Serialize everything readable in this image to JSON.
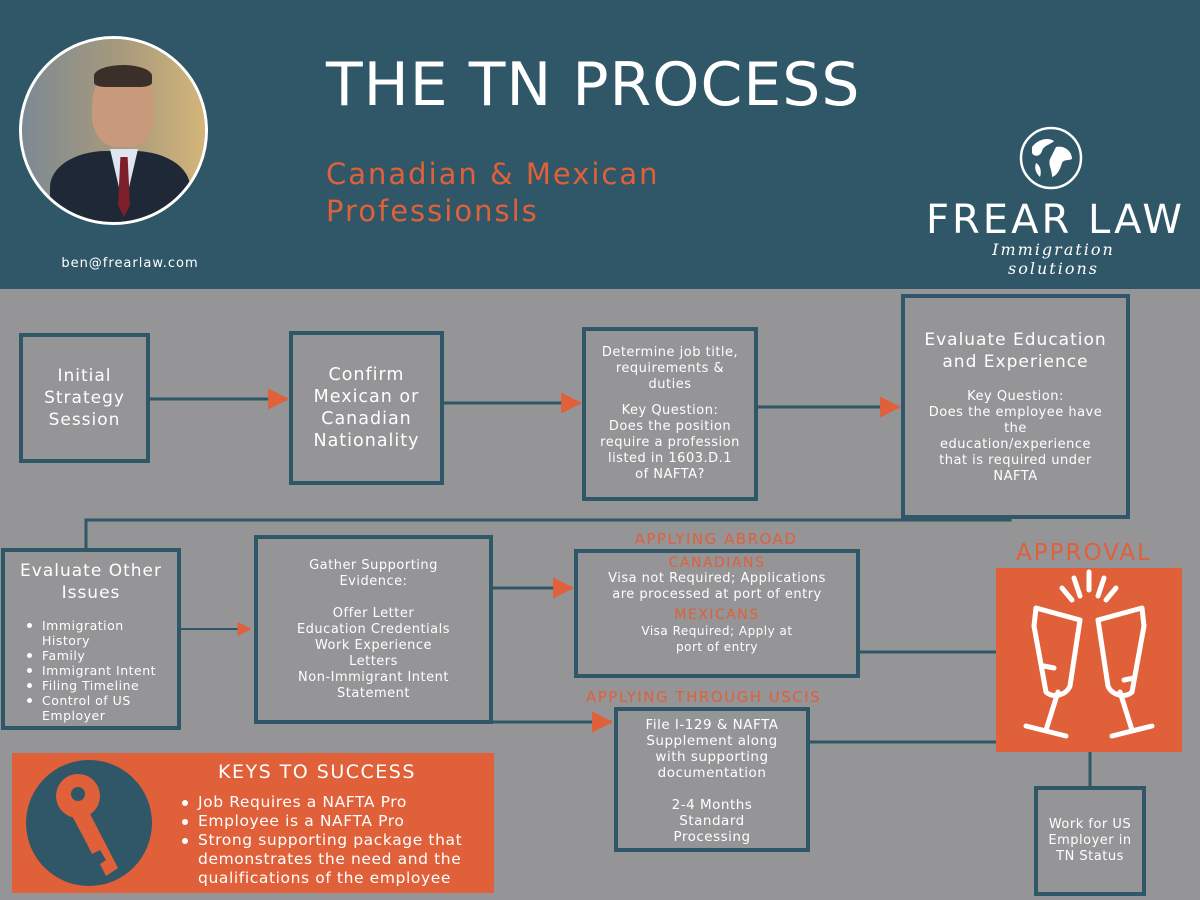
{
  "header": {
    "title": "THE TN PROCESS",
    "subtitle": "Canadian & Mexican Professionsls",
    "email": "ben@frearlaw.com",
    "brand_name": "FREAR LAW",
    "brand_tagline": "Immigration solutions"
  },
  "flow": {
    "initial": "Initial Strategy Session",
    "confirm": "Confirm Mexican or Canadian Nationality",
    "determine": {
      "heading": "Determine job title, requirements & duties",
      "question_label": "Key Question:",
      "question": "Does the position require a profession listed in 1603.D.1 of NAFTA?"
    },
    "evaluate_edu": {
      "heading": "Evaluate Education and Experience",
      "question_label": "Key Question:",
      "question": "Does the employee have the education/experience that is required under NAFTA"
    },
    "evaluate_other": {
      "heading": "Evaluate Other Issues",
      "items": [
        "Immigration History",
        "Family",
        "Immigrant Intent",
        "Filing Timeline",
        "Control of US Employer"
      ]
    },
    "gather": {
      "heading": "Gather Supporting Evidence:",
      "items": [
        "Offer Letter",
        "Education Credentials",
        "Work Experience Letters",
        "Non-Immigrant Intent Statement"
      ]
    },
    "abroad": {
      "label": "APPLYING ABROAD",
      "canadians_label": "CANADIANS",
      "canadians_text": "Visa not Required; Applications are processed at port of entry",
      "mexicans_label": "MEXICANS",
      "mexicans_text": "Visa Required; Apply at port of entry"
    },
    "uscis": {
      "label": "APPLYING THROUGH USCIS",
      "text": "File I-129 & NAFTA Supplement along with supporting documentation",
      "timing": "2-4 Months Standard Processing"
    },
    "approval_label": "APPROVAL",
    "work": "Work for US Employer in TN Status"
  },
  "keys": {
    "title": "KEYS TO SUCCESS",
    "items": [
      "Job Requires a NAFTA Pro",
      "Employee is a NAFTA Pro",
      "Strong supporting package that demonstrates the need and the qualifications of the employee"
    ]
  },
  "colors": {
    "navy": "#2f5767",
    "orange": "#e0603a",
    "gray": "#959496"
  }
}
